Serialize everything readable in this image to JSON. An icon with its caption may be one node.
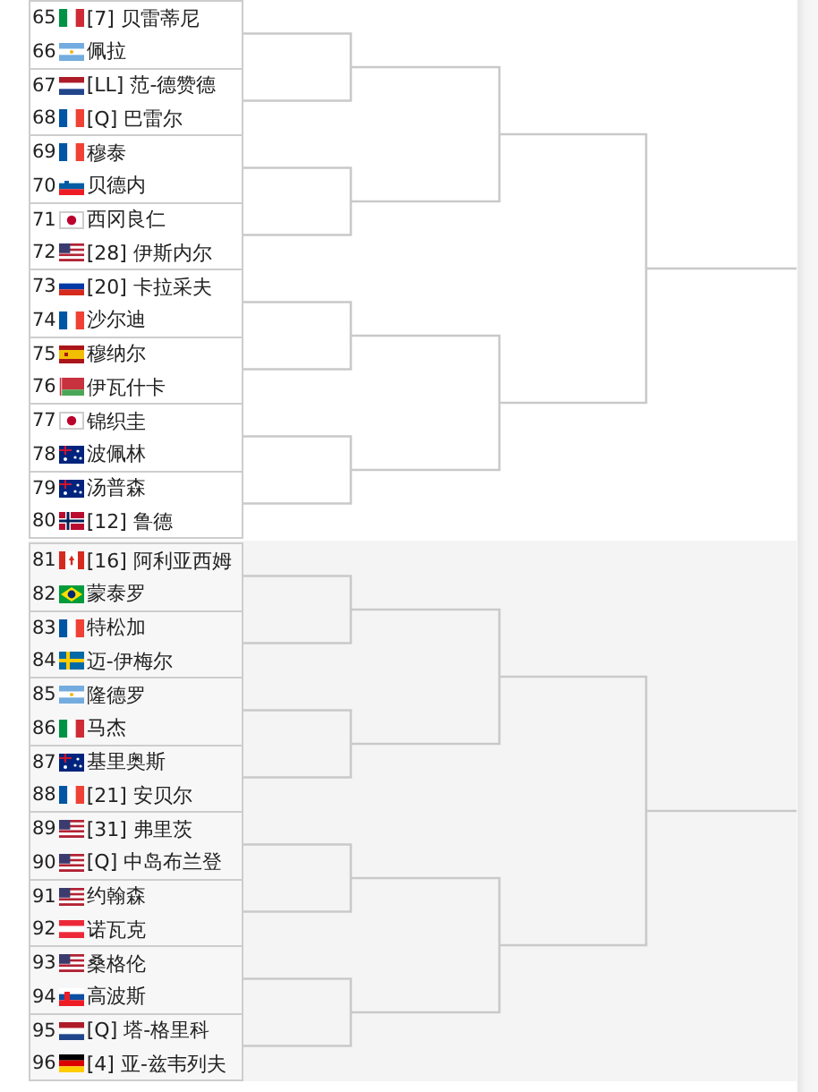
{
  "diagram": {
    "nodes": [
      {
        "text": [
          "65",
          "[7] 贝雷蒂尼",
          "66",
          "佩拉"
        ]
      },
      {
        "text": [
          "67",
          "[LL] 范-德赞德",
          "68",
          "[Q] 巴雷尔"
        ]
      },
      {
        "text": [
          "69",
          "穆泰",
          "70",
          "贝德内"
        ]
      },
      {
        "text": [
          "71",
          "西冈良仁",
          "72",
          "[28] 伊斯内尔"
        ]
      },
      {
        "text": [
          "73",
          "[20] 卡拉采夫",
          "74",
          "沙尔迪"
        ]
      },
      {
        "text": [
          "75",
          "穆纳尔",
          "76",
          "伊瓦什卡"
        ]
      },
      {
        "text": [
          "77",
          "锦织圭",
          "78",
          "波佩林"
        ]
      },
      {
        "text": [
          "79",
          "汤普森",
          "80",
          "[12] 鲁德"
        ]
      },
      {
        "text": [
          "81",
          "[16] 阿利亚西姆",
          "82",
          "蒙泰罗"
        ]
      },
      {
        "text": [
          "83",
          "特松加",
          "84",
          "迈-伊梅尔"
        ]
      },
      {
        "text": [
          "85",
          "隆德罗",
          "86",
          "马杰"
        ]
      },
      {
        "text": [
          "87",
          "基里奥斯",
          "88",
          "[21] 安贝尔"
        ]
      },
      {
        "text": [
          "89",
          "[31] 弗里茨",
          "90",
          "[Q] 中岛布兰登"
        ]
      },
      {
        "text": [
          "91",
          "约翰森",
          "92",
          "诺瓦克"
        ]
      },
      {
        "text": [
          "93",
          "桑格伦",
          "94",
          "高波斯"
        ]
      },
      {
        "text": [
          "95",
          "[Q] 塔-格里科",
          "96",
          "[4] 亚-兹韦列夫"
        ]
      }
    ],
    "edges": [
      {
        "from": 0,
        "to": null,
        "arrow": "none"
      },
      {
        "from": 1,
        "to": null,
        "arrow": "none"
      },
      {
        "from": 2,
        "to": null,
        "arrow": "none"
      },
      {
        "from": 3,
        "to": null,
        "arrow": "none"
      },
      {
        "from": 4,
        "to": null,
        "arrow": "none"
      },
      {
        "from": 5,
        "to": null,
        "arrow": "none"
      },
      {
        "from": 6,
        "to": null,
        "arrow": "none"
      },
      {
        "from": 7,
        "to": null,
        "arrow": "none"
      },
      {
        "from": 8,
        "to": null,
        "arrow": "none"
      },
      {
        "from": 9,
        "to": null,
        "arrow": "none"
      },
      {
        "from": 10,
        "to": null,
        "arrow": "none"
      },
      {
        "from": 11,
        "to": null,
        "arrow": "none"
      },
      {
        "from": 12,
        "to": null,
        "arrow": "none"
      },
      {
        "from": 13,
        "to": null,
        "arrow": "none"
      },
      {
        "from": 14,
        "to": null,
        "arrow": "none"
      },
      {
        "from": 15,
        "to": null,
        "arrow": "none"
      }
    ]
  }
}
